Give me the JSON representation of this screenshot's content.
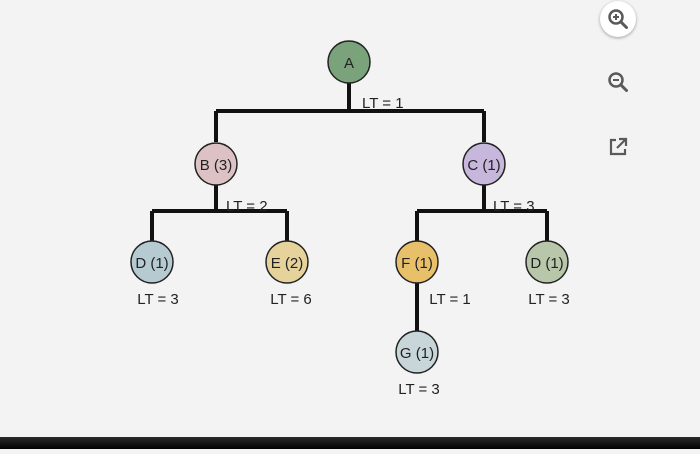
{
  "toolbar": {
    "zoom_in_icon": "zoom-in-icon",
    "zoom_out_icon": "zoom-out-icon",
    "open_external_icon": "open-external-icon",
    "icon_color": "#5a5a5a"
  },
  "colors": {
    "A": "#7aa37c",
    "B": "#dcc2c4",
    "C": "#c7b7dc",
    "D": "#b6cbd1",
    "E": "#e6d39b",
    "F": "#e8c06a",
    "G": "#c8d5d9",
    "D2": "#b8c7a9",
    "line": "#111111"
  },
  "nodes": {
    "A": {
      "label": "A"
    },
    "B": {
      "label": "B (3)"
    },
    "C": {
      "label": "C (1)"
    },
    "D_left": {
      "label": "D (1)",
      "lt": "LT = 3"
    },
    "E": {
      "label": "E (2)",
      "lt": "LT = 6"
    },
    "F": {
      "label": "F (1)",
      "lt": "LT = 1"
    },
    "D_right": {
      "label": "D (1)",
      "lt": "LT = 3"
    },
    "G": {
      "label": "G (1)",
      "lt": "LT = 3"
    }
  },
  "branch_labels": {
    "A": "LT = 1",
    "B": "LT = 2",
    "C": "LT = 3"
  }
}
